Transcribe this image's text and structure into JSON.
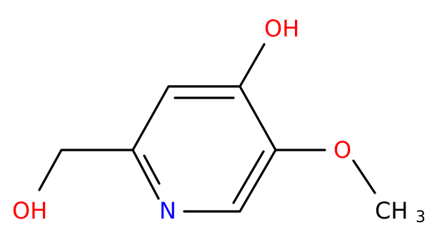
{
  "molecule": {
    "labels": {
      "oh_top": "OH",
      "oh_left": "OH",
      "n_ring": "N",
      "o_methoxy": "O",
      "ch3_c": "CH",
      "ch3_sub": "3"
    },
    "colors": {
      "oxygen": "#ff0000",
      "nitrogen": "#0000ff",
      "carbon": "#000000",
      "background": "#ffffff"
    }
  }
}
